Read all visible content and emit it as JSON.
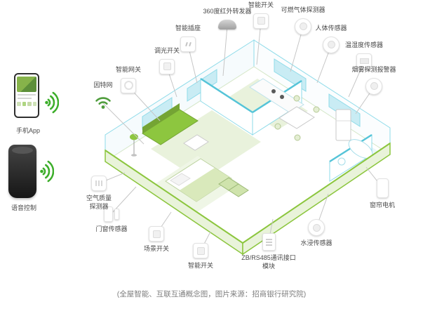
{
  "caption": "(全屋智能、互联互通概念图，图片来源：招商银行研究院)",
  "left_panel": {
    "phone_label": "手机App",
    "voice_label": "语音控制"
  },
  "devices": [
    {
      "label": "因特网",
      "icon": "wifi-icon"
    },
    {
      "label": "智能网关",
      "icon": "gateway-icon"
    },
    {
      "label": "调光开关",
      "icon": "dimmer-switch-icon"
    },
    {
      "label": "智能插座",
      "icon": "smart-socket-icon"
    },
    {
      "label": "360度红外转发器",
      "icon": "ir-repeater-icon"
    },
    {
      "label": "智能开关",
      "icon": "smart-switch-icon"
    },
    {
      "label": "可燃气体探测器",
      "icon": "gas-detector-icon"
    },
    {
      "label": "人体传感器",
      "icon": "motion-sensor-icon"
    },
    {
      "label": "温湿度传感器",
      "icon": "temp-humidity-sensor-icon"
    },
    {
      "label": "烟雾探测报警器",
      "icon": "smoke-detector-icon"
    },
    {
      "label": "窗帘电机",
      "icon": "curtain-motor-icon"
    },
    {
      "label": "水浸传感器",
      "icon": "water-sensor-icon"
    },
    {
      "label": "ZB/RS485通讯接口模块",
      "icon": "comm-module-icon"
    },
    {
      "label": "智能开关",
      "icon": "smart-switch-icon"
    },
    {
      "label": "场景开关",
      "icon": "scene-switch-icon"
    },
    {
      "label": "门窗传感器",
      "icon": "door-window-sensor-icon"
    },
    {
      "label": "空气质量探测器",
      "icon": "air-quality-detector-icon"
    }
  ],
  "colors": {
    "wall_green": "#8cc63e",
    "wall_cyan": "#55c4d8",
    "accent_green": "#3dae2b",
    "label_text": "#4a4a4a",
    "caption_text": "#7f7f7f"
  }
}
